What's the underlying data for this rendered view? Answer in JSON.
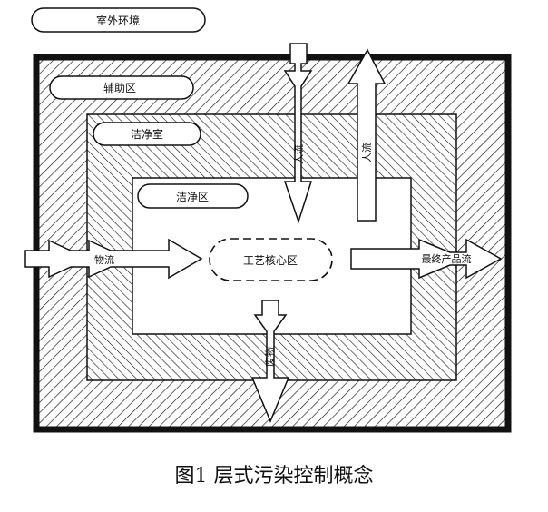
{
  "labels": {
    "outdoor": "室外环境",
    "auxiliary": "辅助区",
    "clean_room": "洁净室",
    "clean_zone": "洁净区",
    "core": "工艺核心区",
    "material_flow": "物流",
    "personnel_flow_in": "人流",
    "personnel_flow_out": "人流",
    "product_flow": "最终产品流",
    "waste": "废物"
  },
  "caption": "图1  层式污染控制概念",
  "colors": {
    "ink": "#111111",
    "fill": "#ffffff"
  }
}
